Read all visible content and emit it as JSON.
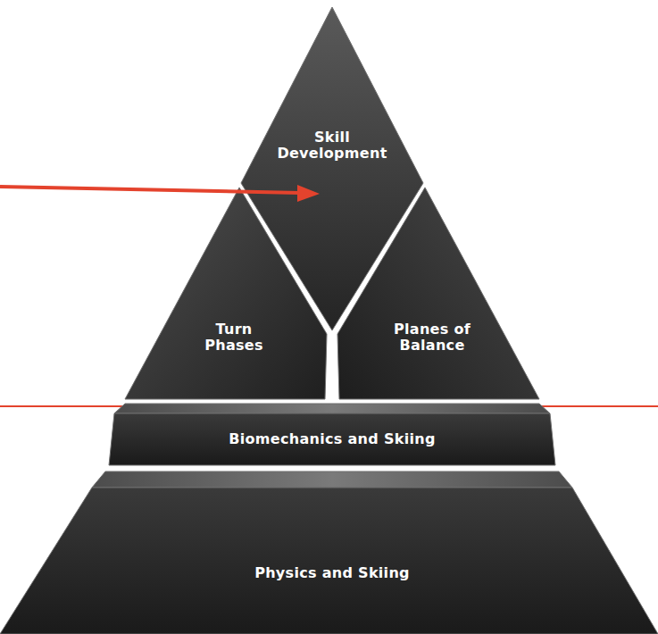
{
  "diagram": {
    "nodes": [
      {
        "text": [
          "Skill Development"
        ]
      },
      {
        "text": [
          "Turn Phases"
        ]
      },
      {
        "text": [
          "Planes of Balance"
        ]
      },
      {
        "text": [
          "Biomechanics and Skiing"
        ]
      },
      {
        "text": [
          "Physics and Skiing"
        ]
      }
    ]
  }
}
